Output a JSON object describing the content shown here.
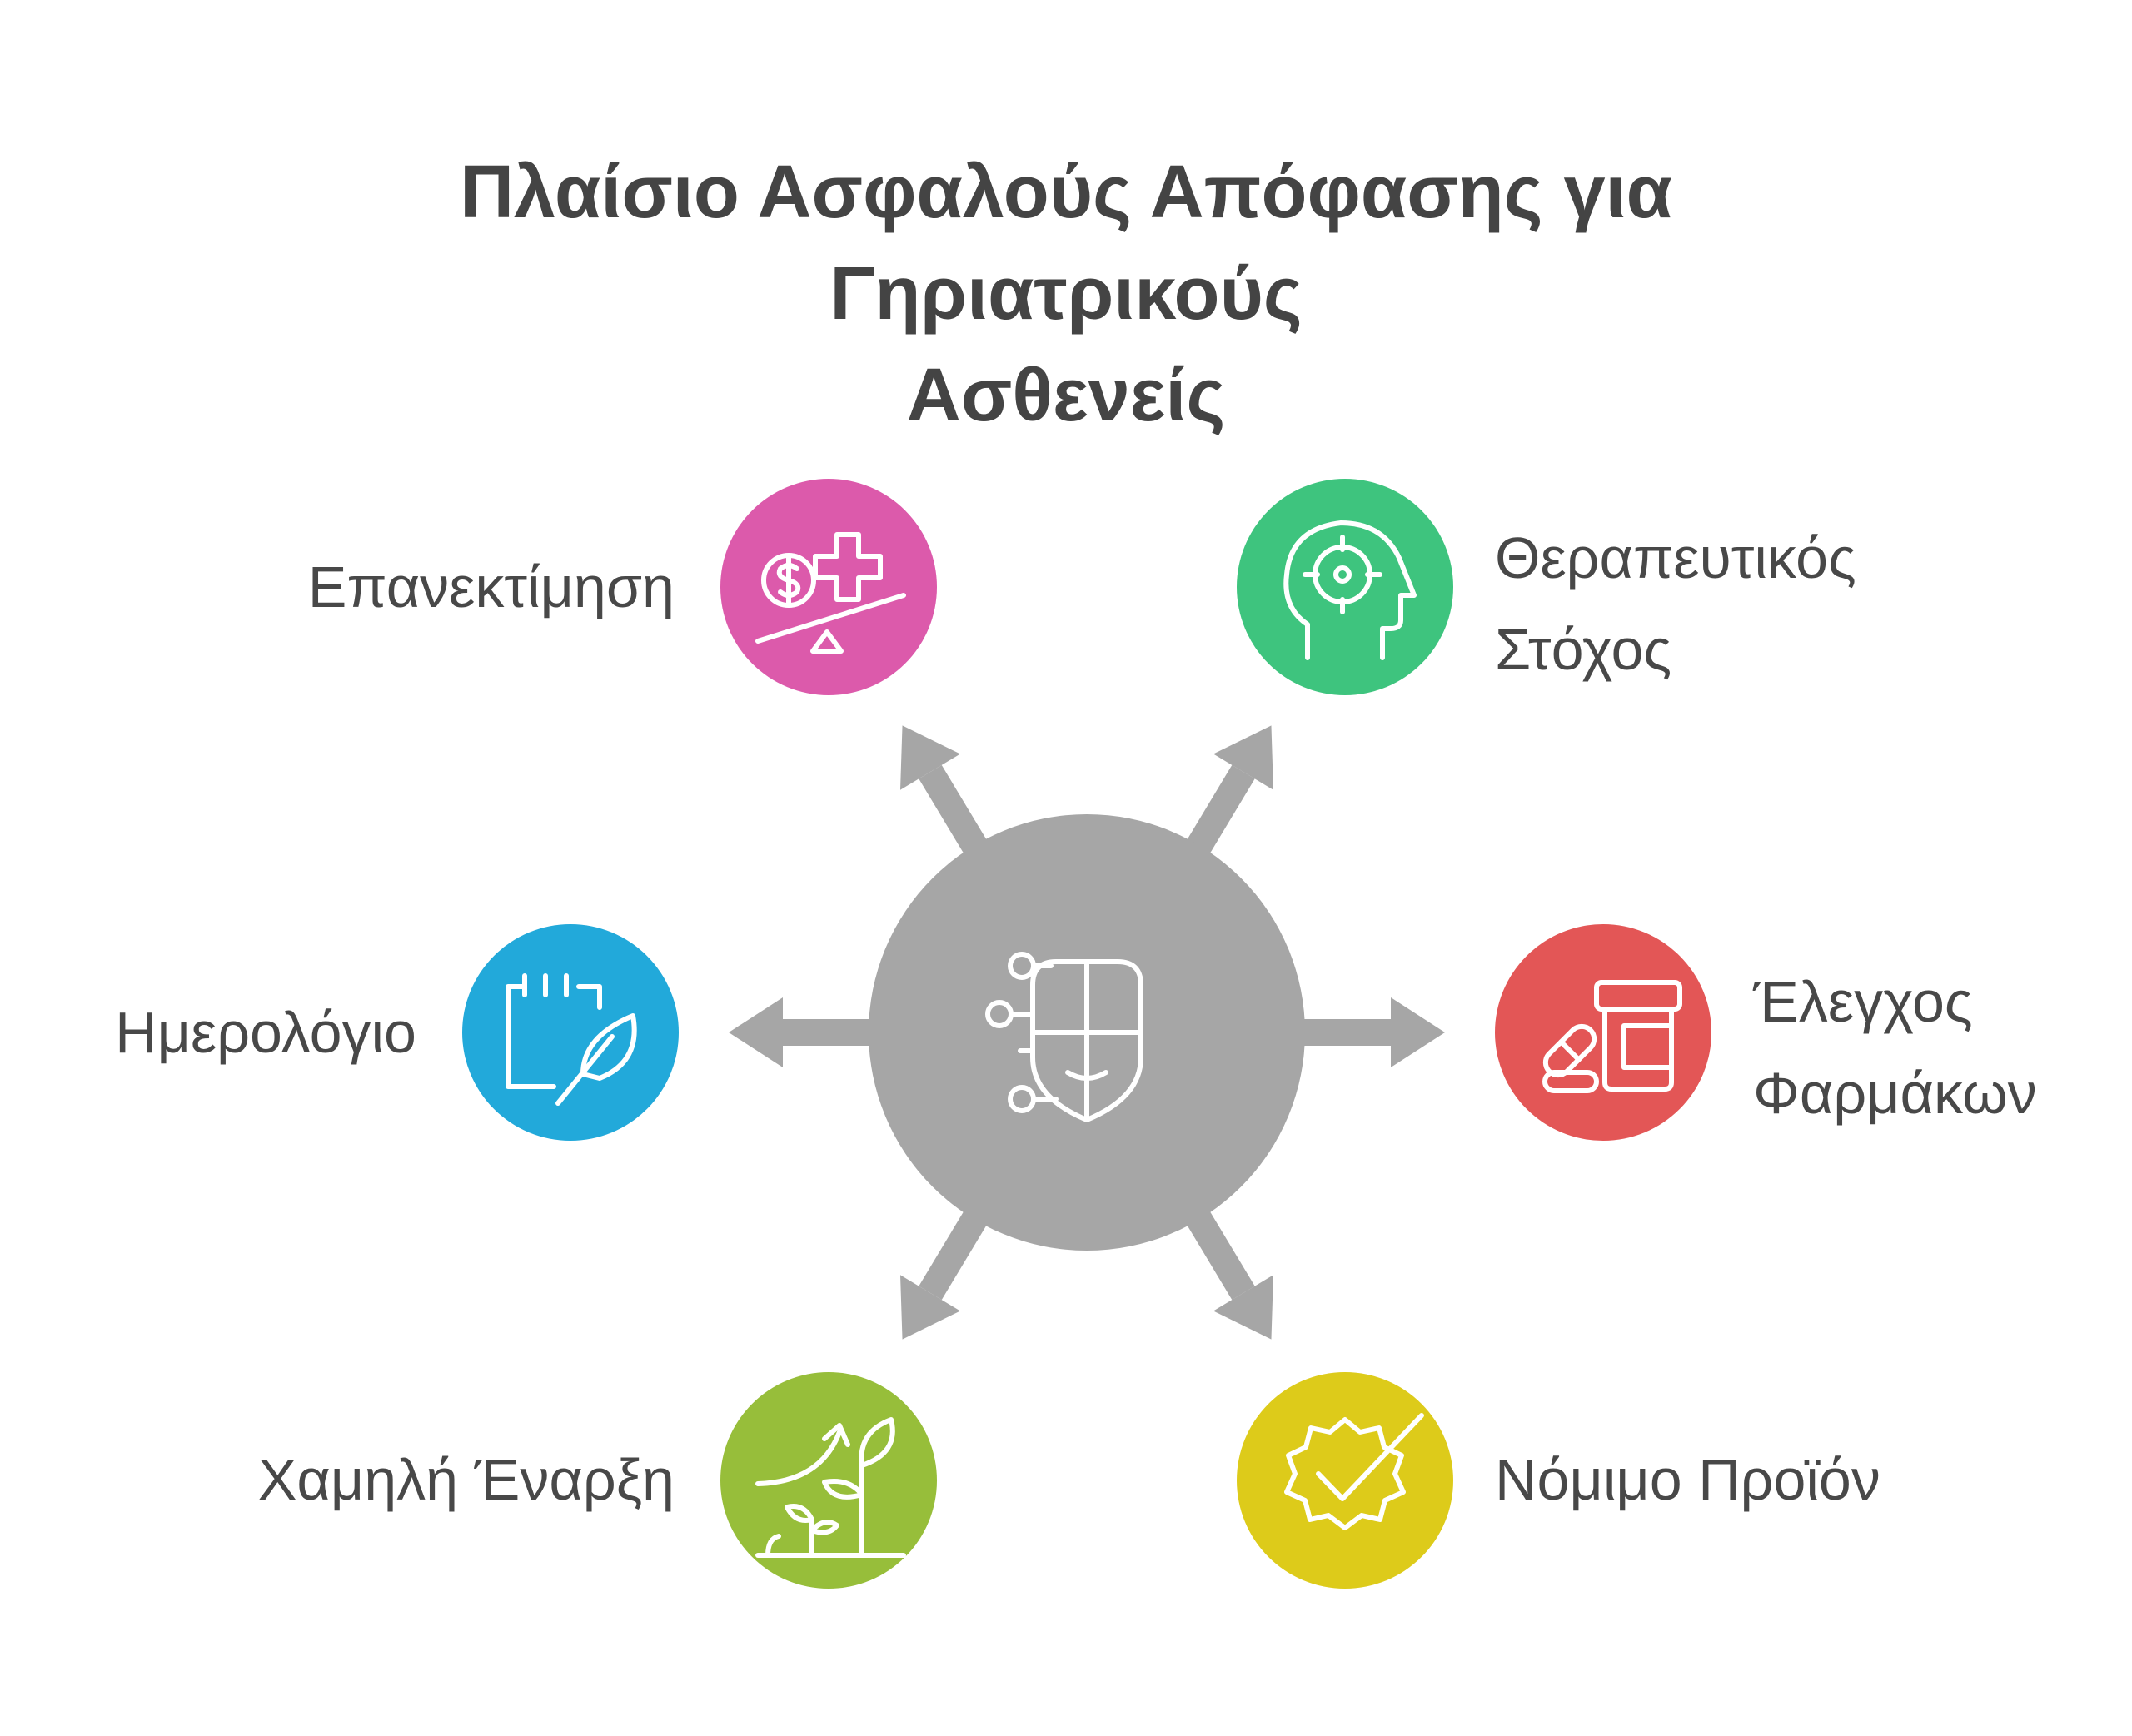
{
  "title": {
    "line1": "Πλαίσιο Ασφαλούς Απόφασης για Γηριατρικούς",
    "line2": "Ασθενείς"
  },
  "center": {
    "icon": "ai-face-circuit-icon",
    "color": "#a6a6a6"
  },
  "nodes": [
    {
      "id": "reassessment",
      "label": "Επανεκτίμηση",
      "color": "#dc5aab",
      "icon": "scale-money-health-icon"
    },
    {
      "id": "therapeutic-goal",
      "label_line1": "Θεραπευτικός",
      "label_line2": "Στόχος",
      "color": "#3ec47e",
      "icon": "head-target-icon"
    },
    {
      "id": "medication-control",
      "label_line1": "Έλεγχος",
      "label_line2": "Φαρμάκων",
      "color": "#e35656",
      "icon": "pill-bottle-icon"
    },
    {
      "id": "legal-product",
      "label": "Νόμιμο Προϊόν",
      "color": "#ddcb1a",
      "icon": "badge-check-icon"
    },
    {
      "id": "low-start",
      "label": "Χαμηλή Έναρξη",
      "color": "#97be3a",
      "icon": "plant-growth-icon"
    },
    {
      "id": "diary",
      "label": "Ημερολόγιο",
      "color": "#22a9da",
      "icon": "calendar-quill-icon"
    }
  ]
}
